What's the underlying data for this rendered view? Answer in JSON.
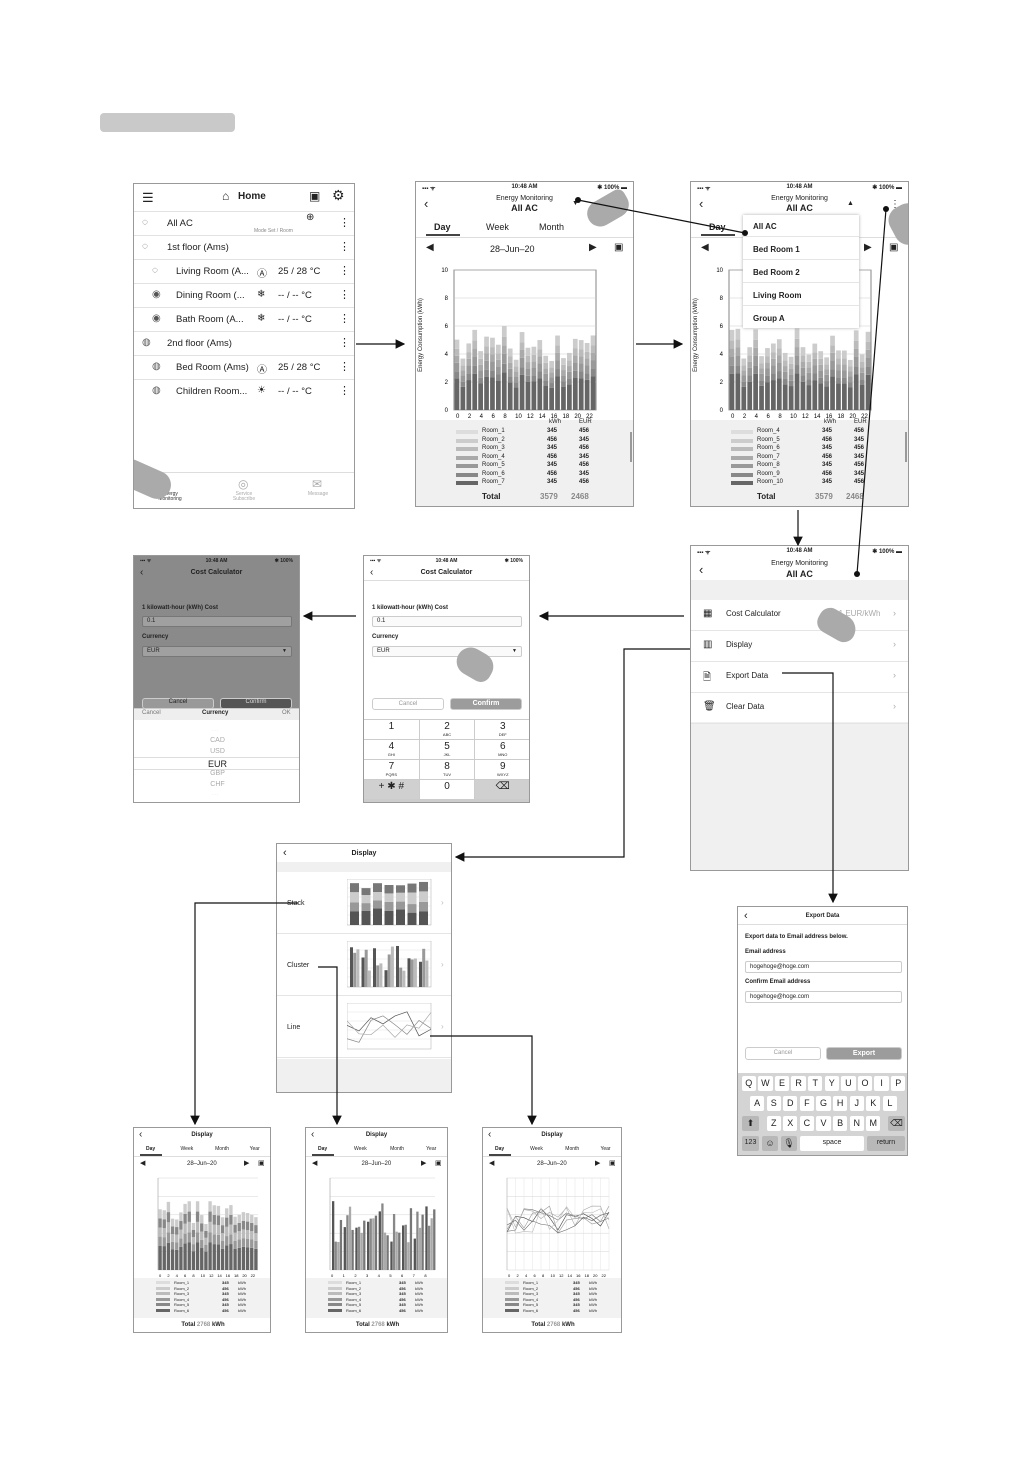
{
  "home": {
    "title": "Home",
    "items": [
      {
        "label": "All AC",
        "temp": "",
        "sub": "Mode  Set / Room"
      },
      {
        "label": "1st floor (Ams)",
        "temp": ""
      },
      {
        "label": "Living Room (A...",
        "temp": "25 / 28  °C"
      },
      {
        "label": "Dining Room (...",
        "temp": "-- / --  °C"
      },
      {
        "label": "Bath Room (A...",
        "temp": "-- / --  °C"
      },
      {
        "label": "2nd floor (Ams)",
        "temp": ""
      },
      {
        "label": "Bed Room (Ams)",
        "temp": "25 / 28  °C"
      },
      {
        "label": "Children Room...",
        "temp": "-- / --  °C"
      }
    ],
    "nav": [
      "Energy Monitoring",
      "Service Subscribe",
      "Message"
    ]
  },
  "status": {
    "time": "10:48 AM",
    "battery": "100%"
  },
  "energy": {
    "title_small": "Energy Monitoring",
    "title": "All AC",
    "tabs": [
      "Day",
      "Week",
      "Month"
    ],
    "date": "28–Jun–20",
    "ylabel": "Energy Consumption (kWh)",
    "yticks": [
      "10",
      "8",
      "6",
      "4",
      "2",
      "0"
    ],
    "xticks": [
      "0",
      "2",
      "4",
      "6",
      "8",
      "10",
      "12",
      "14",
      "16",
      "18",
      "20",
      "22"
    ],
    "col_kwh": "kWh",
    "col_eur": "EUR",
    "rows": [
      {
        "n": "Room_1",
        "k": "345",
        "e": "456"
      },
      {
        "n": "Room_2",
        "k": "456",
        "e": "345"
      },
      {
        "n": "Room_3",
        "k": "345",
        "e": "456"
      },
      {
        "n": "Room_4",
        "k": "456",
        "e": "345"
      },
      {
        "n": "Room_5",
        "k": "345",
        "e": "456"
      },
      {
        "n": "Room_6",
        "k": "456",
        "e": "345"
      },
      {
        "n": "Room_7",
        "k": "345",
        "e": "456"
      }
    ],
    "rows2": [
      {
        "n": "Room_4",
        "k": "345",
        "e": "456"
      },
      {
        "n": "Room_5",
        "k": "456",
        "e": "345"
      },
      {
        "n": "Room_6",
        "k": "345",
        "e": "456"
      },
      {
        "n": "Room_7",
        "k": "456",
        "e": "345"
      },
      {
        "n": "Room_8",
        "k": "345",
        "e": "456"
      },
      {
        "n": "Room_9",
        "k": "456",
        "e": "345"
      },
      {
        "n": "Room_10",
        "k": "345",
        "e": "456"
      }
    ],
    "total_label": "Total",
    "total_kwh": "3579",
    "total_eur": "2468"
  },
  "dropdown": [
    "All AC",
    "Bed Room 1",
    "Bed Room 2",
    "Living Room",
    "Group A"
  ],
  "menu": {
    "items": [
      {
        "label": "Cost Calculator",
        "value": "0.1 EUR/kWh"
      },
      {
        "label": "Display",
        "value": ""
      },
      {
        "label": "Export Data",
        "value": ""
      },
      {
        "label": "Clear Data",
        "value": ""
      }
    ]
  },
  "cost": {
    "title": "Cost Calculator",
    "label": "1 kilowatt-hour (kWh) Cost",
    "value": "0.1",
    "currency_label": "Currency",
    "currency": "EUR",
    "cancel": "Cancel",
    "confirm": "Confirm",
    "picker_cancel": "Cancel",
    "picker_title": "Currency",
    "picker_ok": "OK",
    "picker": [
      "CAD",
      "USD",
      "EUR",
      "GBP",
      "CHF"
    ],
    "keys": [
      [
        "1",
        ""
      ],
      [
        "2",
        "ABC"
      ],
      [
        "3",
        "DEF"
      ],
      [
        "4",
        "GHI"
      ],
      [
        "5",
        "JKL"
      ],
      [
        "6",
        "MNO"
      ],
      [
        "7",
        "PQRS"
      ],
      [
        "8",
        "TUV"
      ],
      [
        "9",
        "WXYZ"
      ],
      [
        "+ ✱ #",
        ""
      ],
      [
        "0",
        ""
      ],
      [
        "⌫",
        ""
      ]
    ]
  },
  "display": {
    "title": "Display",
    "options": [
      "Stack",
      "Cluster",
      "Line"
    ]
  },
  "export": {
    "title": "Export Data",
    "intro": "Export data to Email address below.",
    "email_label": "Email address",
    "email": "hogehoge@hoge.com",
    "confirm_label": "Confirm Email address",
    "confirm": "hogehoge@hoge.com",
    "cancel": "Cancel",
    "export": "Export",
    "rows": [
      [
        "Q",
        "W",
        "E",
        "R",
        "T",
        "Y",
        "U",
        "O",
        "I",
        "P"
      ],
      [
        "A",
        "S",
        "D",
        "F",
        "G",
        "H",
        "J",
        "K",
        "L"
      ],
      [
        "Z",
        "X",
        "C",
        "V",
        "B",
        "N",
        "M"
      ]
    ],
    "k123": "123",
    "space": "space",
    "return": "return"
  },
  "small": {
    "title": "Display",
    "tabs": [
      "Day",
      "Week",
      "Month",
      "Year"
    ],
    "date": "28–Jun–20",
    "total": "Total",
    "total_val": "2768",
    "unit": "kWh",
    "rows": [
      {
        "n": "Room_1",
        "k": "345"
      },
      {
        "n": "Room_2",
        "k": "456"
      },
      {
        "n": "Room_3",
        "k": "345"
      },
      {
        "n": "Room_4",
        "k": "456"
      },
      {
        "n": "Room_5",
        "k": "345"
      },
      {
        "n": "Room_6",
        "k": "456"
      }
    ],
    "xt_stack": [
      "0",
      "2",
      "4",
      "6",
      "8",
      "10",
      "12",
      "14",
      "16",
      "18",
      "20",
      "22"
    ],
    "xt_cluster": [
      "0",
      "1",
      "2",
      "3",
      "4",
      "5",
      "6",
      "7",
      "8"
    ]
  }
}
